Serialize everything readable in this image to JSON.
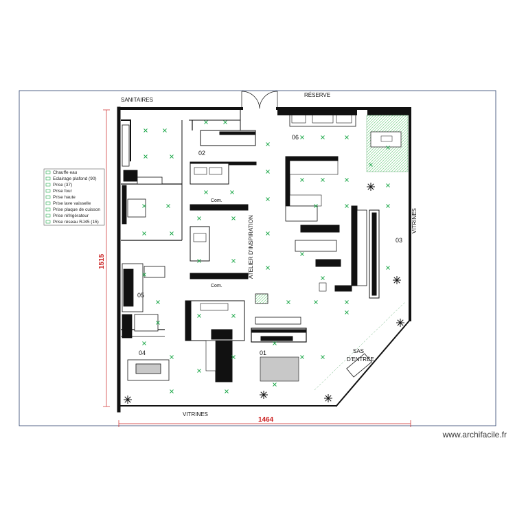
{
  "labels": {
    "sanitaires": "SANITAIRES",
    "reserve": "RÉSERVE",
    "vitrines_right": "VITRINES",
    "vitrines_bottom": "VITRINES",
    "atelier": "ATELIER D'INSPIRATION",
    "sas": "SAS",
    "sas2": "D'ENTRÉE",
    "com_top": "Com.",
    "com_bottom": "Com."
  },
  "dimensions": {
    "height": "1515",
    "width": "1464"
  },
  "room_numbers": [
    "04",
    "01",
    "02",
    "06",
    "05",
    "03"
  ],
  "legend": {
    "items": [
      "Chauffe eau",
      "Eclairage plafond (90)",
      "Prise (37)",
      "Prise four",
      "Prise haute",
      "Prise lave vaisselle",
      "Prise plaque de cuisson",
      "Prise réfrigérateur",
      "Prise réseau RJ45 (15)"
    ]
  },
  "colors": {
    "wall": "#111111",
    "border": "#2a3f6b",
    "dimension_line": "#cc2222",
    "outlet": "#1ea84a",
    "area_hatch": "#7ad08a"
  },
  "watermark": "www.archifacile.fr"
}
